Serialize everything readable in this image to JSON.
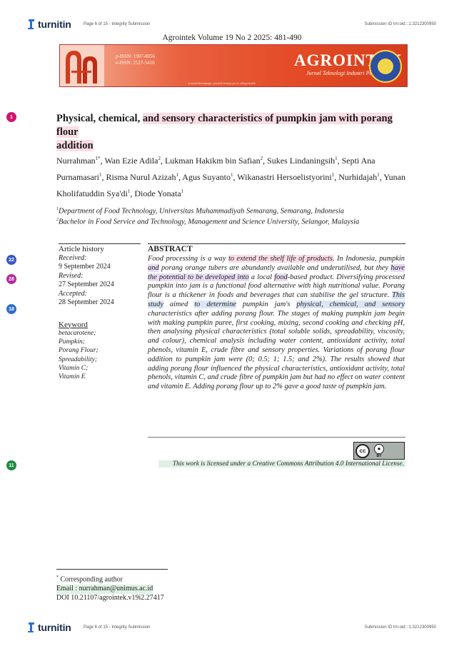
{
  "header": {
    "logo_text": "turnitin",
    "page_info": "Page 6 of 15 - Integrity Submission",
    "submission_id": "Submission ID trn:oid:::1:3212300950"
  },
  "footer": {
    "logo_text": "turnitin",
    "page_info": "Page 6 of 15 - Integrity Submission",
    "submission_id": "Submission ID trn:oid:::1:3212300950"
  },
  "journal_line": "Agrointek Volume 19 No 2 2025: 481-490",
  "banner": {
    "p_issn": "p-ISSN: 1907-8056",
    "e_issn": "e-ISSN: 2527-5410",
    "title": "AGROINTEK",
    "subtitle": "Jurnal Teknologi Industri Pertanian",
    "homepage": "journal homepage: journal.trunojoyo.ac.id/agrointek"
  },
  "markers": [
    "1",
    "22",
    "28",
    "18",
    "11"
  ],
  "marker_colors": [
    "#d2156d",
    "#3a56c4",
    "#b02ea0",
    "#2f6fc9",
    "#1f8a3f"
  ],
  "title": {
    "part1": "Physical, chemical, ",
    "part2": "and sensory characteristics of pumpkin jam with porang flour",
    "part3": "addition"
  },
  "authors": {
    "a1": "Nurrahman",
    "a1_sup": "1*",
    "a2": ", Wan Ezie Adila",
    "a2_sup": "2",
    "a3": ", Lukman Hakikm bin Safian",
    "a3_sup": "2",
    "a4": ", Sukes Lindaningsih",
    "a4_sup": "1",
    "a5": ", Septi Ana Purnamasari",
    "a5_sup": "1",
    "a6": ", Risma Nurul Azizah",
    "a6_sup": "1",
    "a7": ", Agus Suyanto",
    "a7_sup": "1",
    "a8": ", Wikanastri Hersoelistyorini",
    "a8_sup": "1",
    "a9": ", Nurhidajah",
    "a9_sup": "1",
    "a10": ", Yunan Kholifatuddin Sya'di",
    "a10_sup": "1",
    "a11": ", Diode Yonata",
    "a11_sup": "1"
  },
  "affiliations": {
    "aff1_sup": "1",
    "aff1": "Department of Food Technology, Universitas Muhammadiyah Semarang, Semarang, Indonesia",
    "aff2_sup": "2",
    "aff2": "Bachelor in Food Service and Technology, Management and Science University, Selangor, Malaysia"
  },
  "article_history": {
    "heading": "Article history",
    "received_label": "Received:",
    "received": "9 September 2024",
    "revised_label": "Revised:",
    "revised": "27 September 2024",
    "accepted_label": "Accepted:",
    "accepted": "28 September 2024",
    "keyword_heading": "Keyword",
    "keywords": [
      "betacarotene;",
      "Pumpkin;",
      "Porang Flour;",
      "Spreadability;",
      "Vitamin C;",
      "Vitamin E"
    ]
  },
  "abstract": {
    "heading": "ABSTRACT",
    "s1": "Food processing is a way ",
    "s1_hl": "to extend the shelf life of products.",
    "s2": " In Indonesia, pumpkin ",
    "s2_hl": "and",
    "s3": " porang orange tubers are abundantly available and underutilised, but they ",
    "s3_hl": "have the potential to be developed into",
    "s4": " a local ",
    "s4_hl": "food",
    "s5": "-based product. Diversifying processed pumpkin into jam is a functional food alternative with high nutritional value. Porang flour is a thickener in foods and beverages that can stabilise the gel structure. ",
    "s5_hl": "This study",
    "s6": " aimed ",
    "s6_hl": "to determine",
    "s7": " pumpkin jam's ",
    "s7_hl": "physical, chemical, and sensory",
    "s8": " characteristics after adding porang flour. The stages of making pumpkin jam begin with making pumpkin puree, first cooking, mixing, second cooking and checking pH, then analysing physical characteristics (total soluble solids, spreadability, viscosity, and colour), chemical analysis including water content, antioxidant activity, total phenols, vitamin E, crude fibre and sensory properties. Variations of porang flour addition to pumpkin jam were (0; 0.5; 1; 1.5; and 2%). The results showed that adding porang flour influenced the physical characteristics, antioxidant activity, total phenols, vitamin C, and crude fibre of pumpkin jam but had no effect on water content and vitamin E. Adding porang flour up to 2% gave a good taste of pumpkin jam."
  },
  "license": {
    "cc_label": "cc",
    "by_label": "BY",
    "text": "This work is licensed under a Creative Commons Attribution 4.0 International License."
  },
  "footnote": {
    "sup": "*",
    "corresponding": " Corresponding author",
    "email": "Email : nurrahman@unimus.ac.id",
    "doi": "DOI 10.21107/agrointek.v19i2.27417"
  }
}
